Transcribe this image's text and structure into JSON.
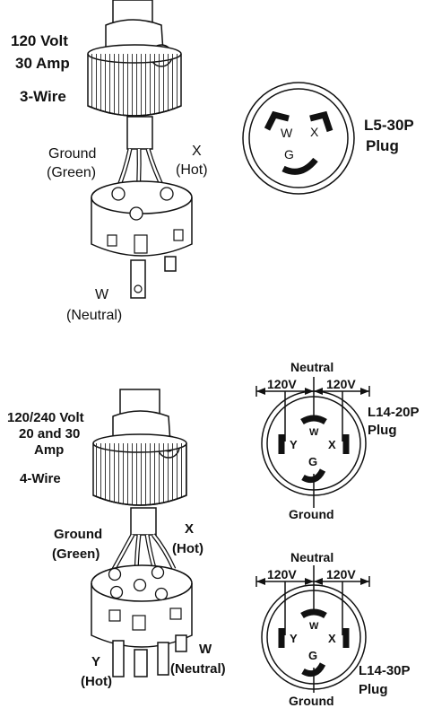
{
  "top": {
    "spec_voltage": "120 Volt",
    "spec_amperage": "30 Amp",
    "spec_wires": "3-Wire",
    "ground_label": "Ground",
    "ground_color": "(Green)",
    "hot_label": "X",
    "hot_sub": "(Hot)",
    "neutral_label": "W",
    "neutral_sub": "(Neutral)",
    "face": {
      "terminal_w": "W",
      "terminal_x": "X",
      "terminal_g": "G",
      "plug_name": "L5-30P",
      "plug_word": "Plug"
    }
  },
  "bottom": {
    "spec_voltage": "120/240 Volt",
    "spec_amperage_1": "20 and 30",
    "spec_amperage_2": "Amp",
    "spec_wires": "4-Wire",
    "ground_label": "Ground",
    "ground_color": "(Green)",
    "x_label": "X",
    "x_sub": "(Hot)",
    "y_label": "Y",
    "y_sub": "(Hot)",
    "w_label": "W",
    "w_sub": "(Neutral)",
    "faces": [
      {
        "neutral_label": "Neutral",
        "left_voltage": "120V",
        "right_voltage": "120V",
        "terminal_w": "W",
        "terminal_x": "X",
        "terminal_y": "Y",
        "terminal_g": "G",
        "ground_label": "Ground",
        "plug_name": "L14-20P",
        "plug_word": "Plug"
      },
      {
        "neutral_label": "Neutral",
        "left_voltage": "120V",
        "right_voltage": "120V",
        "terminal_w": "W",
        "terminal_x": "X",
        "terminal_y": "Y",
        "terminal_g": "G",
        "ground_label": "Ground",
        "plug_name": "L14-30P",
        "plug_word": "Plug"
      }
    ]
  }
}
